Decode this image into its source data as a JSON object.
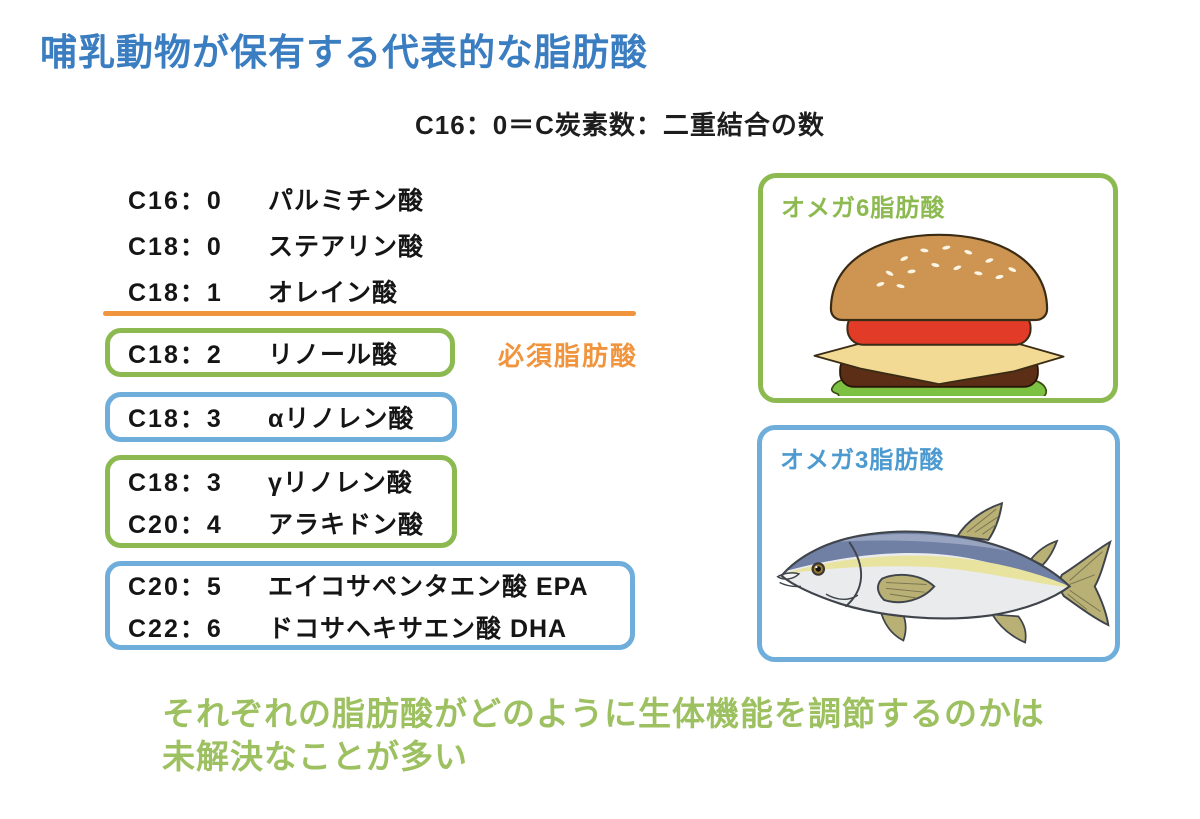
{
  "page": {
    "title": "哺乳動物が保有する代表的な脂肪酸",
    "subtitle": "C16：0＝C炭素数：二重結合の数"
  },
  "colors": {
    "title_blue": "#3B7DC1",
    "accent_orange": "#F0943E",
    "accent_green": "#8CBA50",
    "accent_blue_border": "#6FAEDA",
    "omega3_label_blue": "#4C9ACF",
    "caption_green": "#9DC160"
  },
  "saturated_rows": [
    {
      "code": "C16：0",
      "name": "パルミチン酸"
    },
    {
      "code": "C18：0",
      "name": "ステアリン酸"
    },
    {
      "code": "C18：1",
      "name": "オレイン酸"
    }
  ],
  "essential_label": "必須脂肪酸",
  "boxes": [
    {
      "style": "green",
      "rows": [
        {
          "code": "C18：2",
          "name": "リノール酸"
        }
      ]
    },
    {
      "style": "blue",
      "rows": [
        {
          "code": "C18：3",
          "name": "αリノレン酸"
        }
      ]
    },
    {
      "style": "green",
      "rows": [
        {
          "code": "C18：3",
          "name": "γリノレン酸"
        },
        {
          "code": "C20：4",
          "name": "アラキドン酸"
        }
      ]
    },
    {
      "style": "blue",
      "rows": [
        {
          "code": "C20：5",
          "name": "エイコサペンタエン酸 EPA"
        },
        {
          "code": "C22：6",
          "name": "ドコサヘキサエン酸 DHA"
        }
      ]
    }
  ],
  "omega6": {
    "label": "オメガ6脂肪酸",
    "illustration": "hamburger"
  },
  "omega3": {
    "label": "オメガ3脂肪酸",
    "illustration": "fish"
  },
  "caption": {
    "line1": "それぞれの脂肪酸がどのように生体機能を調節するのかは",
    "line2": "未解決なことが多い"
  }
}
